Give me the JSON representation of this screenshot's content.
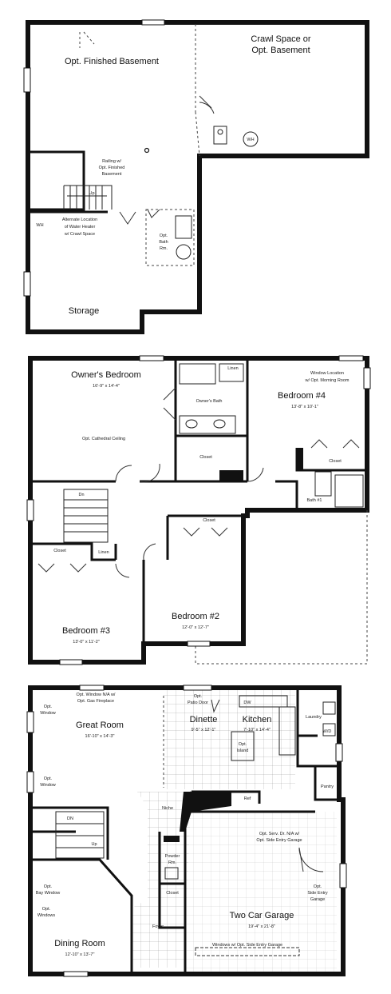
{
  "basement": {
    "opt_finished_basement": "Opt. Finished Basement",
    "crawl_space_1": "Crawl Space or",
    "crawl_space_2": "Opt. Basement",
    "wh": "WH",
    "railing_1": "Railing w/",
    "railing_2": "Opt. Finished",
    "railing_3": "Basement",
    "up": "Up",
    "alt_wh_1": "Alternate Location",
    "alt_wh_2": "of Water Heater",
    "alt_wh_3": "w/ Crawl Space",
    "alt_wh_tag": "WH",
    "opt_bath_1": "Opt.",
    "opt_bath_2": "Bath",
    "opt_bath_3": "Rm.",
    "storage": "Storage"
  },
  "upper": {
    "owners_bedroom": "Owner's Bedroom",
    "owners_bedroom_size": "16'-9\" x 14'-4\"",
    "linen_top": "Linen",
    "owners_bath": "Owner's Bath",
    "window_location_1": "Window Location",
    "window_location_2": "w/ Opt. Morning Room",
    "bedroom4": "Bedroom #4",
    "bedroom4_size": "13'-8\" x 10'-1\"",
    "cathedral": "Opt. Cathedral Ceiling",
    "closet_owner": "Closet",
    "closet_b4": "Closet",
    "bath2": "Bath #1",
    "dn": "Dn",
    "closet_hall": "Closet",
    "closet_b3": "Closet",
    "linen_hall": "Linen",
    "bedroom2": "Bedroom #2",
    "bedroom2_size": "12'-0\" x 12'-7\"",
    "bedroom3": "Bedroom #3",
    "bedroom3_size": "13'-0\" x 11'-2\""
  },
  "main": {
    "opt_window_fp_1": "Opt. Window N/A w/",
    "opt_window_fp_2": "Opt. Gas Fireplace",
    "opt_patio_1": "Opt.",
    "opt_patio_2": "Patio Door",
    "opt_window_a_1": "Opt.",
    "opt_window_a_2": "Window",
    "great_room": "Great Room",
    "great_room_size": "16'-10\" x 14'-3\"",
    "dinette": "Dinette",
    "dinette_size": "9'-5\" x 12'-1\"",
    "kitchen": "Kitchen",
    "kitchen_size": "7'-10\" x 14'-4\"",
    "opt_island_1": "Opt.",
    "opt_island_2": "Island",
    "dw": "DW",
    "laundry": "Laundry",
    "wd": "W/D",
    "pantry": "Pantry",
    "opt_window_b_1": "Opt.",
    "opt_window_b_2": "Window",
    "ref": "Ref",
    "niche": "Niche",
    "dn": "DN",
    "up": "Up",
    "opt_serv_1": "Opt. Serv. Dr. N/A w/",
    "opt_serv_2": "Opt. Side Entry Garage",
    "powder_1": "Powder",
    "powder_2": "Rm.",
    "opt_bay_1": "Opt.",
    "opt_bay_2": "Bay Window",
    "opt_windows_1": "Opt.",
    "opt_windows_2": "Windows",
    "closet": "Closet",
    "opt_side_1": "Opt.",
    "opt_side_2": "Side Entry",
    "opt_side_3": "Garage",
    "two_car_garage": "Two Car Garage",
    "garage_size": "19'-4\" x 21'-8\"",
    "foyer": "Foyer",
    "dining_room": "Dining Room",
    "dining_size": "12'-10\" x 13'-7\"",
    "windows_side": "Windows w/ Opt. Side Entry Garage"
  }
}
